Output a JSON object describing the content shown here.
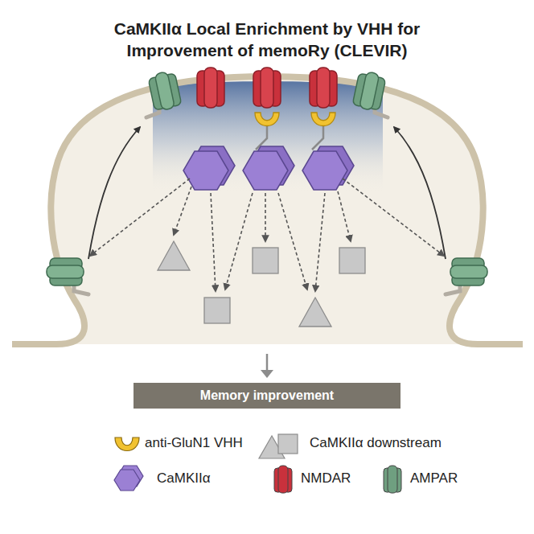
{
  "diagram": {
    "title": "CaMKIIα Local Enrichment by VHH for Improvement of memoRy (CLEVIR)",
    "nodes": [
      {
        "text": [
          "Memory improvement"
        ]
      }
    ],
    "legend": [
      {
        "text": "anti-GluN1 VHH",
        "color": "#f1c231"
      },
      {
        "text": "CaMKIIα downstream"
      },
      {
        "text": "CaMKIIα",
        "color": "#9b80d4"
      },
      {
        "text": "NMDAR",
        "color": "#c9313c"
      },
      {
        "text": "AMPAR",
        "color": "#6f9f80"
      }
    ]
  }
}
